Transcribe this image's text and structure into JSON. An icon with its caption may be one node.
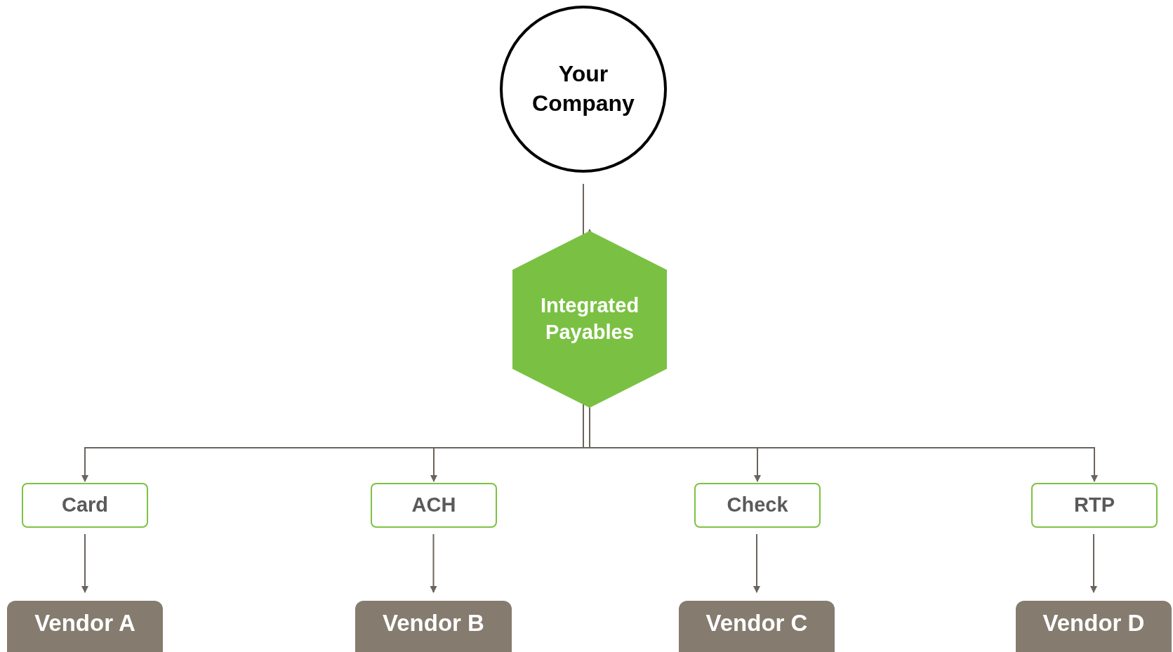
{
  "diagram": {
    "nodes": [
      {
        "text": [
          "Your Company"
        ]
      },
      {
        "text": [
          "Integrated Payables"
        ]
      },
      {
        "text": [
          "Card"
        ]
      },
      {
        "text": [
          "ACH"
        ]
      },
      {
        "text": [
          "Check"
        ]
      },
      {
        "text": [
          "RTP"
        ]
      },
      {
        "text": [
          "Vendor A"
        ]
      },
      {
        "text": [
          "Vendor B"
        ]
      },
      {
        "text": [
          "Vendor C"
        ]
      },
      {
        "text": [
          "Vendor D"
        ]
      }
    ],
    "edges": [
      {
        "from": 0,
        "to": 1,
        "arrow": "to"
      },
      {
        "from": 1,
        "to": 2,
        "arrow": "to"
      },
      {
        "from": 1,
        "to": 3,
        "arrow": "to"
      },
      {
        "from": 1,
        "to": 4,
        "arrow": "to"
      },
      {
        "from": 1,
        "to": 5,
        "arrow": "to"
      },
      {
        "from": 2,
        "to": 6,
        "arrow": "to"
      },
      {
        "from": 3,
        "to": 7,
        "arrow": "to"
      },
      {
        "from": 4,
        "to": 8,
        "arrow": "to"
      },
      {
        "from": 5,
        "to": 9,
        "arrow": "to"
      }
    ]
  }
}
